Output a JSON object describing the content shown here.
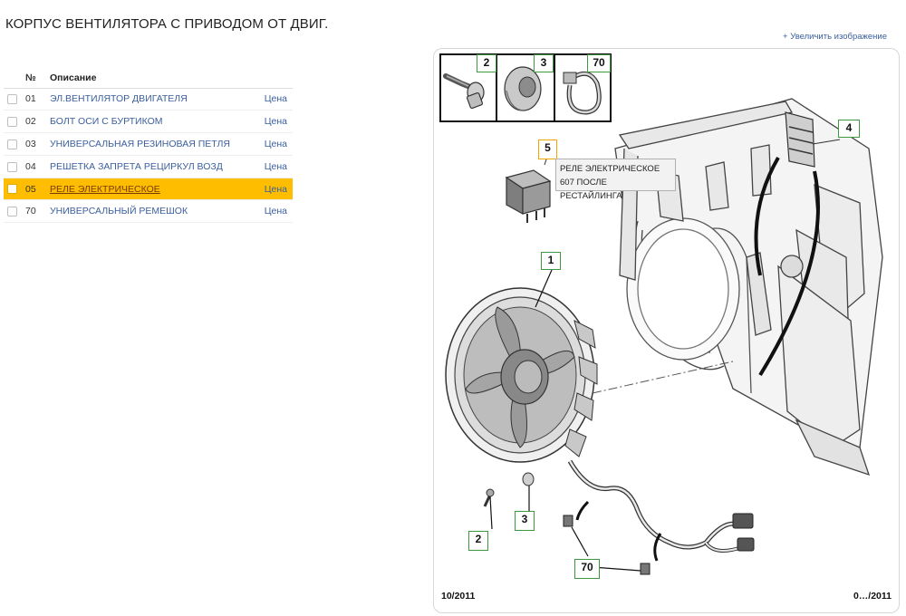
{
  "page": {
    "title": "КОРПУС ВЕНТИЛЯТОРА С ПРИВОДОМ ОТ ДВИГ.",
    "zoom_link": "+ Увеличить изображение"
  },
  "table": {
    "headers": {
      "num": "№",
      "desc": "Описание"
    },
    "rows": [
      {
        "num": "01",
        "desc": "ЭЛ.ВЕНТИЛЯТОР ДВИГАТЕЛЯ",
        "price": "Цена",
        "selected": false
      },
      {
        "num": "02",
        "desc": "БОЛТ ОСИ С БУРТИКОМ",
        "price": "Цена",
        "selected": false
      },
      {
        "num": "03",
        "desc": "УНИВЕРСАЛЬНАЯ РЕЗИНОВАЯ ПЕТЛЯ",
        "price": "Цена",
        "selected": false
      },
      {
        "num": "04",
        "desc": "РЕШЕТКА ЗАПРЕТА РЕЦИРКУЛ ВОЗД",
        "price": "Цена",
        "selected": false
      },
      {
        "num": "05",
        "desc": "РЕЛЕ ЭЛЕКТРИЧЕСКОЕ",
        "price": "Цена",
        "selected": true
      },
      {
        "num": "70",
        "desc": "УНИВЕРСАЛЬНЫЙ РЕМЕШОК",
        "price": "Цена",
        "selected": false
      }
    ]
  },
  "diagram": {
    "callouts": {
      "c2_top": "2",
      "c3_top": "3",
      "c70_top": "70",
      "c4": "4",
      "c5": "5",
      "c1": "1",
      "c2_bottom": "2",
      "c3_bottom": "3",
      "c70_bottom": "70"
    },
    "tooltip": {
      "line1": "РЕЛЕ ЭЛЕКТРИЧЕСКОЕ",
      "line2": "607 ПОСЛЕ РЕСТАЙЛИНГА"
    },
    "date_left": "10/2011",
    "date_right": "0…/2011"
  },
  "colors": {
    "selected_row": "#ffbd00",
    "link": "#3b5f9e",
    "callout_border": "#3c9a3c",
    "active_callout_border": "#f0a500"
  }
}
